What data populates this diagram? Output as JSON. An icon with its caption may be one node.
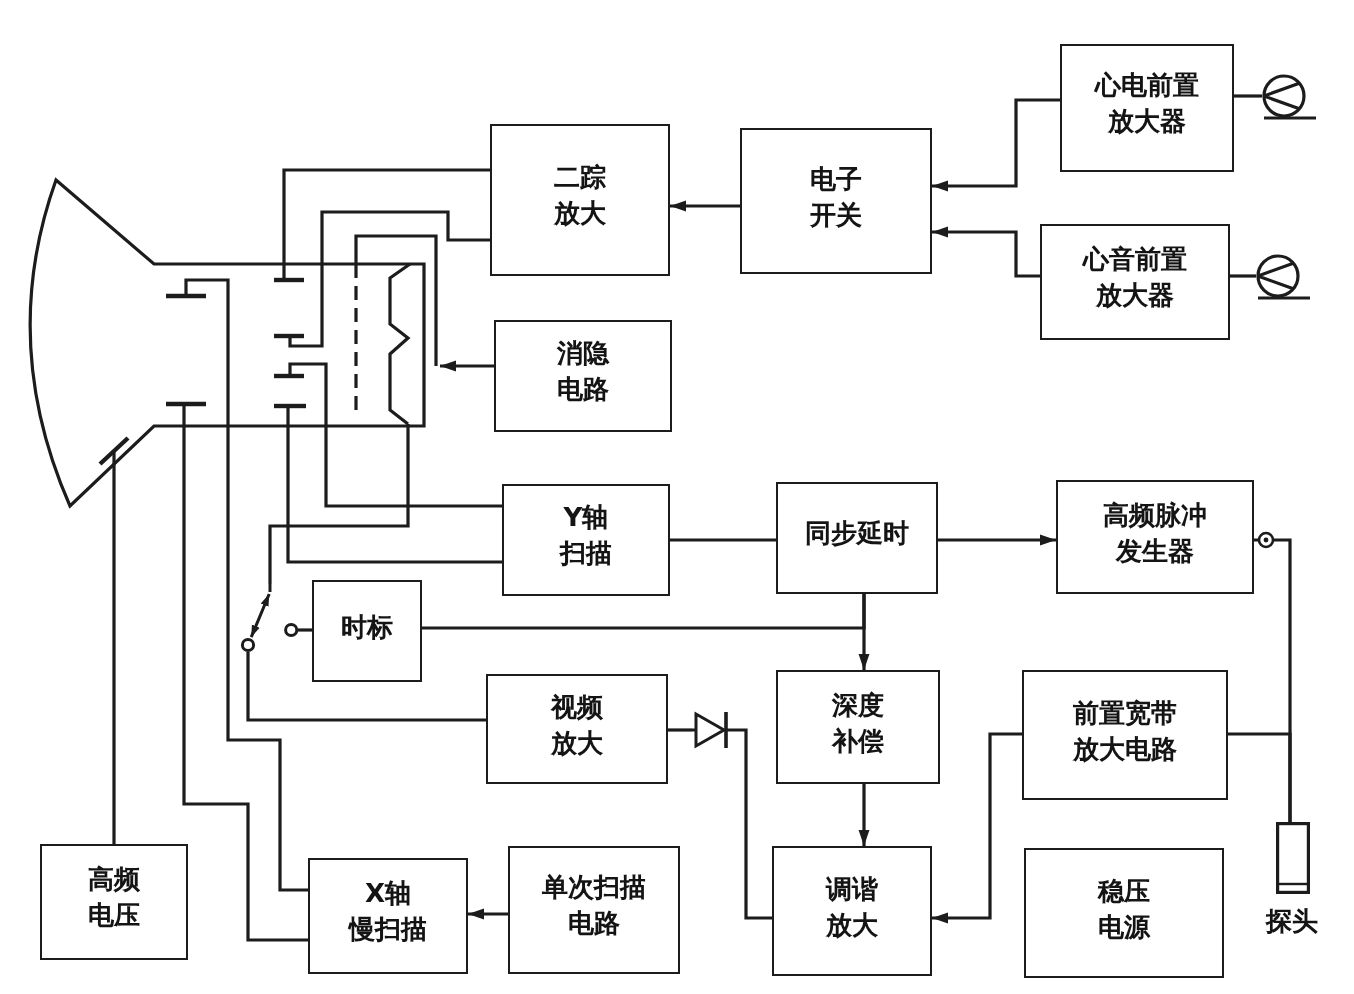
{
  "diagram": {
    "nodes": [
      {
        "text": [
          "心电前置放大器"
        ]
      },
      {
        "text": [],
        "shape": "circle"
      },
      {
        "text": [
          "二踪放大"
        ]
      },
      {
        "text": [
          "电子开关"
        ]
      },
      {
        "text": [
          "心音前置放大器"
        ]
      },
      {
        "text": [],
        "shape": "circle"
      },
      {
        "text": [],
        "shape": "picture"
      },
      {
        "text": [
          "消隐电路"
        ]
      },
      {
        "text": [
          "Y轴扫描"
        ]
      },
      {
        "text": [
          "同步延时"
        ]
      },
      {
        "text": [
          "高频脉冲发生器"
        ]
      },
      {
        "text": [],
        "shape": "switch"
      },
      {
        "text": [
          "时标"
        ]
      },
      {
        "text": [
          "视频放大"
        ]
      },
      {
        "text": [],
        "shape": "triangle"
      },
      {
        "text": [
          "深度补偿"
        ]
      },
      {
        "text": [
          "前置宽带放大电路"
        ]
      },
      {
        "text": [
          "探头"
        ]
      },
      {
        "text": [
          "高频电压"
        ]
      },
      {
        "text": [
          "X轴慢扫描"
        ]
      },
      {
        "text": [
          "单次扫描电路"
        ]
      },
      {
        "text": [
          "调谐放大"
        ]
      },
      {
        "text": [
          "稳压电源"
        ]
      }
    ],
    "edges": [
      {
        "from": 1,
        "to": 0,
        "arrow": "none"
      },
      {
        "from": 0,
        "to": 3,
        "arrow": "to"
      },
      {
        "from": 5,
        "to": 4,
        "arrow": "none"
      },
      {
        "from": 4,
        "to": 3,
        "arrow": "to"
      },
      {
        "from": 3,
        "to": 2,
        "arrow": "to"
      },
      {
        "from": 2,
        "to": 6,
        "arrow": "none"
      },
      {
        "from": 2,
        "to": 6,
        "arrow": "none"
      },
      {
        "from": 7,
        "to": 6,
        "arrow": "to"
      },
      {
        "from": 8,
        "to": 6,
        "arrow": "none"
      },
      {
        "from": 8,
        "to": 6,
        "arrow": "none"
      },
      {
        "from": 8,
        "to": 9,
        "arrow": "none"
      },
      {
        "from": 9,
        "to": 10,
        "arrow": "to"
      },
      {
        "from": 9,
        "to": 15,
        "arrow": "to"
      },
      {
        "from": 9,
        "to": 12,
        "arrow": "none"
      },
      {
        "from": 12,
        "to": 11,
        "arrow": "none"
      },
      {
        "from": 13,
        "to": 11,
        "arrow": "none"
      },
      {
        "from": 11,
        "to": 6,
        "arrow": "none"
      },
      {
        "from": 10,
        "to": 17,
        "arrow": "other"
      },
      {
        "from": 17,
        "to": 16,
        "arrow": "none"
      },
      {
        "from": 16,
        "to": 21,
        "arrow": "to"
      },
      {
        "from": 15,
        "to": 21,
        "arrow": "to"
      },
      {
        "from": 21,
        "to": 14,
        "arrow": "none"
      },
      {
        "from": 14,
        "to": 13,
        "arrow": "none"
      },
      {
        "from": 18,
        "to": 6,
        "arrow": "none"
      },
      {
        "from": 19,
        "to": 6,
        "arrow": "none"
      },
      {
        "from": 19,
        "to": 6,
        "arrow": "none"
      },
      {
        "from": 20,
        "to": 19,
        "arrow": "to"
      }
    ]
  }
}
